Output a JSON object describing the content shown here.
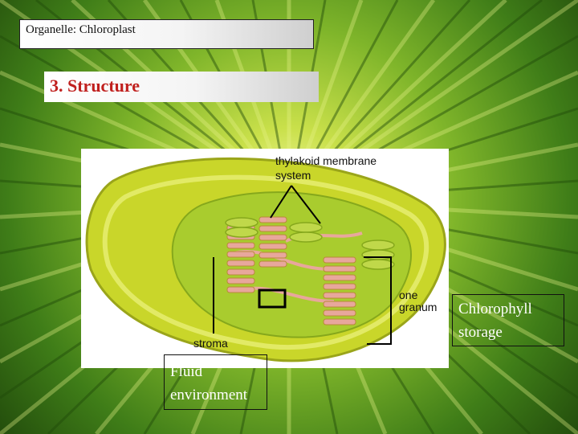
{
  "slide": {
    "organelle_title": "Organelle: Chloroplast",
    "section_title": "3. Structure"
  },
  "diagram": {
    "label_thylakoid_line1": "thylakoid membrane",
    "label_thylakoid_line2": "system",
    "label_granum_line1": "one",
    "label_granum_line2": "granum",
    "label_stroma": "stroma"
  },
  "callouts": {
    "chlorophyll_line1": "Chlorophyll",
    "chlorophyll_line2": "storage",
    "fluid_line1": "Fluid",
    "fluid_line2": "environment"
  },
  "colors": {
    "section_title": "#c0201e",
    "chloroplast_outer": "#c9d62a",
    "stroma": "#a9cc2e",
    "thylakoid": "#e8a79c"
  }
}
